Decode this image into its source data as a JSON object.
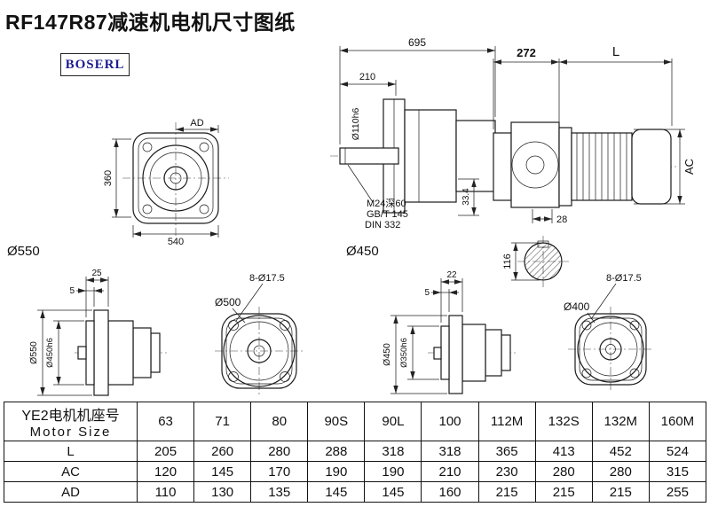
{
  "page": {
    "title": "RF147R87减速机电机尺寸图纸"
  },
  "brand": {
    "logo": "BOSERL"
  },
  "views": {
    "front": {
      "ad": "AD",
      "h360": "360",
      "w540": "540",
      "d550": "Ø550"
    },
    "side": {
      "w695": "695",
      "w210": "210",
      "shaft": "Ø110h6",
      "thread": "M24深60",
      "std1": "GB/T 145",
      "std2": "DIN 332",
      "d334": "33.4",
      "d450": "Ø450"
    },
    "motor": {
      "w272": "272",
      "len": "L",
      "ac": "AC",
      "w28": "28",
      "h116": "116"
    },
    "flangeA": {
      "w25": "25",
      "w5": "5",
      "d550": "Ø550",
      "d450h6": "Ø450h6"
    },
    "flangeB": {
      "d500": "Ø500",
      "holes": "8-Ø17.5"
    },
    "flangeC": {
      "w22": "22",
      "w5": "5",
      "d450": "Ø450",
      "d350h6": "Ø350h6"
    },
    "flangeD": {
      "d400": "Ø400",
      "holes": "8-Ø17.5"
    }
  },
  "table": {
    "header": {
      "cn": "YE2电机机座号",
      "en": "Motor Size"
    },
    "sizes": [
      "63",
      "71",
      "80",
      "90S",
      "90L",
      "100",
      "112M",
      "132S",
      "132M",
      "160M"
    ],
    "rows": [
      {
        "label": "L",
        "values": [
          "205",
          "260",
          "280",
          "288",
          "318",
          "318",
          "365",
          "413",
          "452",
          "524"
        ]
      },
      {
        "label": "AC",
        "values": [
          "120",
          "145",
          "170",
          "190",
          "190",
          "210",
          "230",
          "280",
          "280",
          "315"
        ]
      },
      {
        "label": "AD",
        "values": [
          "110",
          "130",
          "135",
          "145",
          "145",
          "160",
          "215",
          "215",
          "215",
          "255"
        ]
      }
    ]
  }
}
